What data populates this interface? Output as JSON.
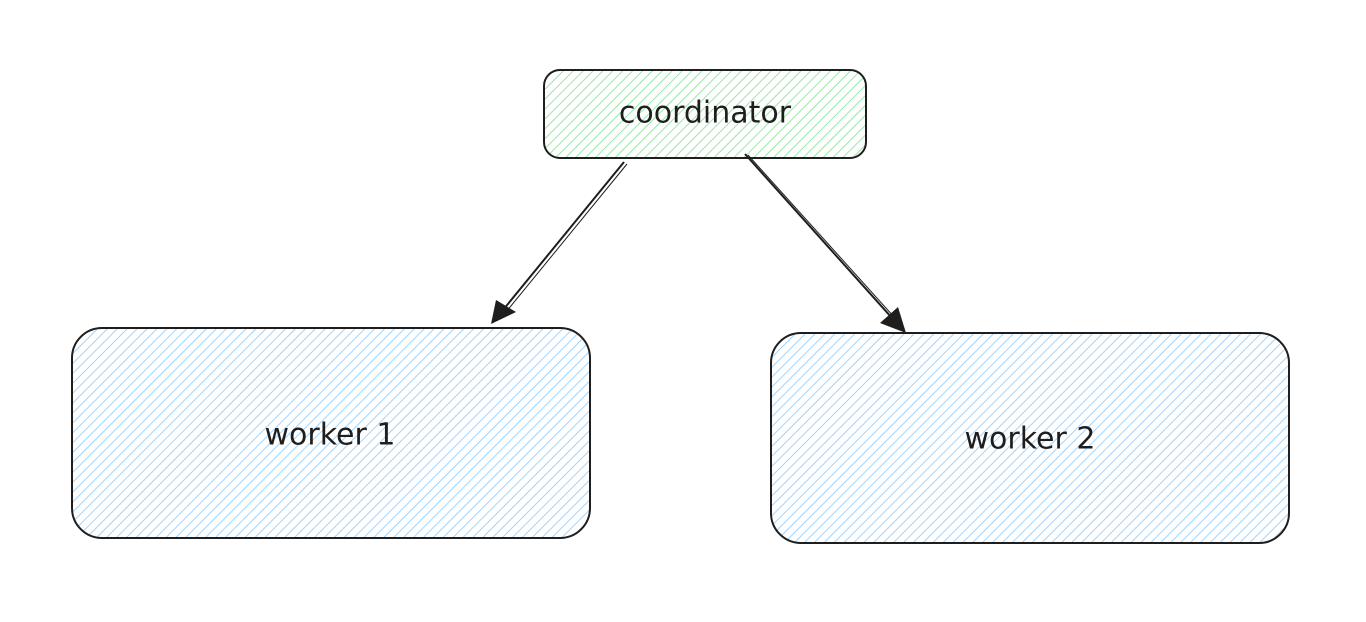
{
  "diagram": {
    "nodes": [
      {
        "id": "coordinator",
        "label": "coordinator",
        "fill_color": "#b2f2bb",
        "hatch_color": "#69db7c"
      },
      {
        "id": "worker-1",
        "label": "worker 1",
        "fill_color": "#a5d8ff",
        "hatch_color": "#74c0fc"
      },
      {
        "id": "worker-2",
        "label": "worker 2",
        "fill_color": "#a5d8ff",
        "hatch_color": "#74c0fc"
      }
    ],
    "edges": [
      {
        "from": "coordinator",
        "to": "worker-1"
      },
      {
        "from": "coordinator",
        "to": "worker-2"
      }
    ],
    "stroke_color": "#1e1e1e"
  }
}
